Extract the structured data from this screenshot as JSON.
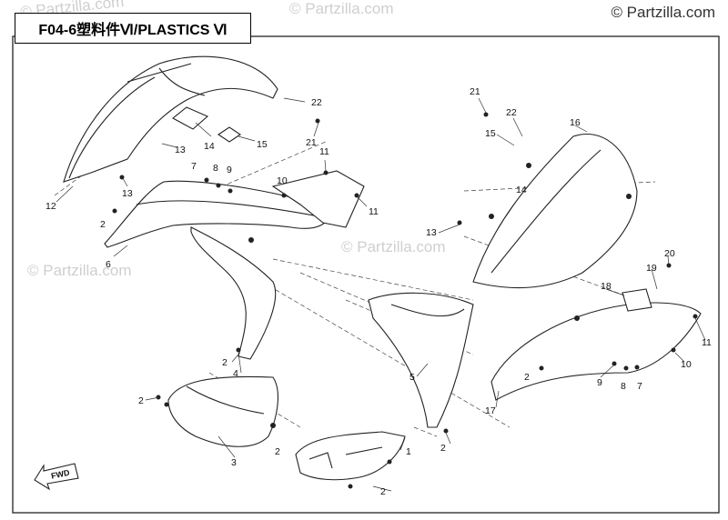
{
  "header": {
    "title": "F04-6塑料件Ⅵ/PLASTICS Ⅵ",
    "copyright": "© Partzilla.com"
  },
  "watermarks": [
    "© Partzilla.com",
    "© Partzilla.com",
    "© Partzilla.com",
    "© Partzilla.com"
  ],
  "callouts": {
    "c1": "1",
    "c2a": "2",
    "c2b": "2",
    "c2c": "2",
    "c2d": "2",
    "c2e": "2",
    "c2f": "2",
    "c2g": "2",
    "c3": "3",
    "c4": "4",
    "c5": "5",
    "c6": "6",
    "c7a": "7",
    "c7b": "7",
    "c8a": "8",
    "c8b": "8",
    "c9a": "9",
    "c9b": "9",
    "c10a": "10",
    "c10b": "10",
    "c11a": "11",
    "c11b": "11",
    "c11c": "11",
    "c12": "12",
    "c13a": "13",
    "c13b": "13",
    "c13c": "13",
    "c14a": "14",
    "c14b": "14",
    "c15a": "15",
    "c15b": "15",
    "c16": "16",
    "c17": "17",
    "c18": "18",
    "c19": "19",
    "c20": "20",
    "c21a": "21",
    "c21b": "21",
    "c22a": "22",
    "c22b": "22"
  },
  "fwd_label": "FWD"
}
